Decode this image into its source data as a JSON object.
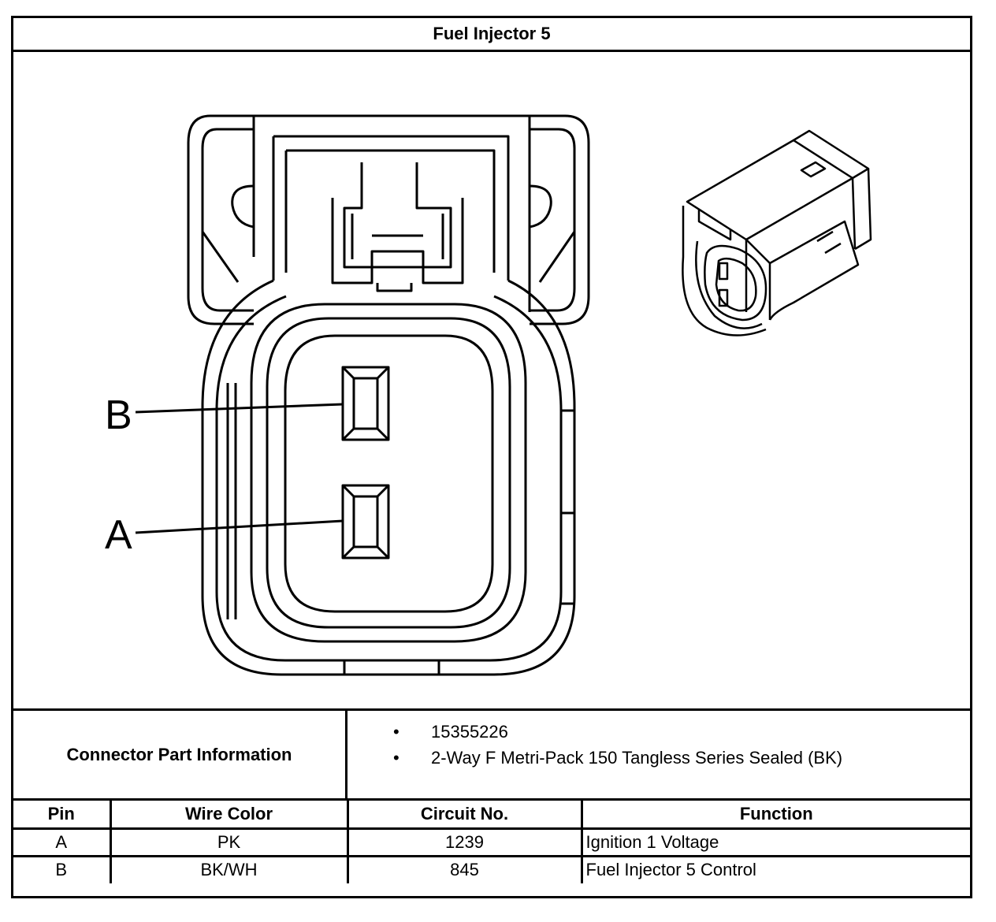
{
  "title": "Fuel Injector 5",
  "diagram": {
    "pin_labels": [
      "B",
      "A"
    ],
    "icons": [
      "connector-face-view",
      "connector-3d-view"
    ]
  },
  "connector_info": {
    "label": "Connector Part Information",
    "items": [
      "15355226",
      "2-Way F Metri-Pack 150 Tangless Series Sealed (BK)"
    ]
  },
  "pin_table": {
    "headers": [
      "Pin",
      "Wire Color",
      "Circuit No.",
      "Function"
    ],
    "rows": [
      [
        "A",
        "PK",
        "1239",
        "Ignition 1 Voltage"
      ],
      [
        "B",
        "BK/WH",
        "845",
        "Fuel Injector 5 Control"
      ]
    ]
  }
}
